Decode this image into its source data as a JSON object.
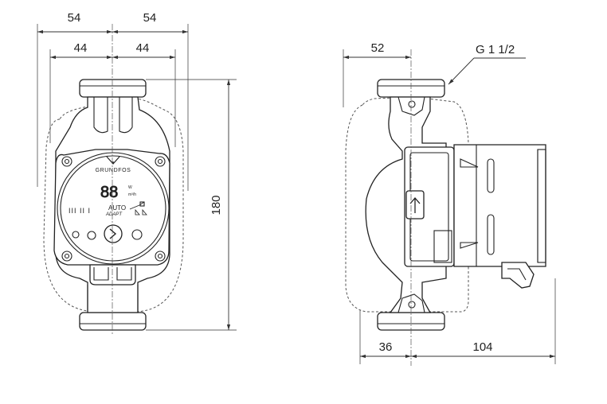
{
  "dimensions": {
    "front_top_left_54": "54",
    "front_top_right_54": "54",
    "front_mid_left_44": "44",
    "front_mid_right_44": "44",
    "front_height_180": "180",
    "side_top_52": "52",
    "side_bottom_36": "36",
    "side_bottom_104": "104"
  },
  "thread_callout": "G 1 1/2",
  "control_panel": {
    "brand": "GRUNDFOS",
    "display_digits": "88",
    "unit_w": "W",
    "unit_flow": "m³/h",
    "mode_auto": "AUTO",
    "mode_adapt": "ADAPT",
    "speed_marks": "III II I"
  }
}
